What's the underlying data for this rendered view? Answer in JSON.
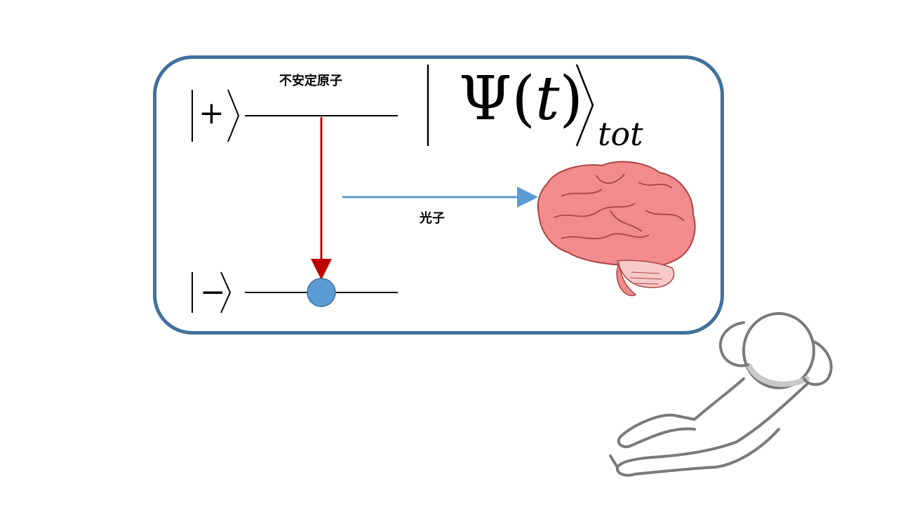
{
  "atom_label": "不安定原子",
  "photon_label": "光子",
  "ket_upper_symbol": "+",
  "ket_lower_symbol": "−",
  "state_psi": "Ψ",
  "state_open": "(",
  "state_t": "t",
  "state_close": ")",
  "state_subscript": "tot",
  "colors": {
    "frame": "#41719c",
    "decay_arrow": "#c00000",
    "photon_arrow": "#5b9bd5",
    "electron": "#5b9bd5",
    "brain": "#f08080",
    "person_stroke": "#7a7a7a"
  }
}
